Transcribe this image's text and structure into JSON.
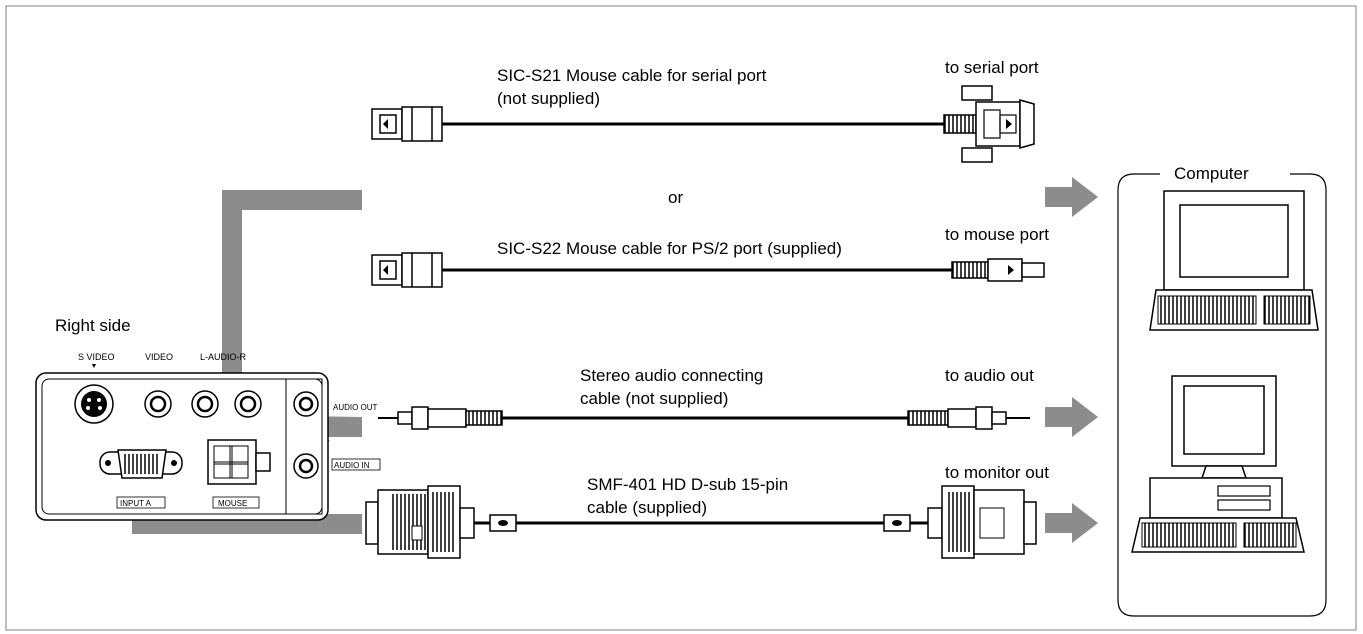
{
  "cables": {
    "serial": {
      "name_line1": "SIC-S21 Mouse cable for serial port",
      "name_line2": "(not supplied)",
      "destination": "to serial port"
    },
    "or_label": "or",
    "ps2": {
      "name": "SIC-S22 Mouse cable for PS/2 port (supplied)",
      "destination": "to mouse port"
    },
    "audio": {
      "name_line1": "Stereo audio connecting",
      "name_line2": "cable (not supplied)",
      "destination": "to audio out"
    },
    "monitor": {
      "name_line1": "SMF-401 HD D-sub 15-pin",
      "name_line2": "cable (supplied)",
      "destination": "to monitor out"
    }
  },
  "computer": {
    "label": "Computer"
  },
  "panel": {
    "title": "Right side",
    "jacks": {
      "s_video": "S VIDEO",
      "video": "VIDEO",
      "audio_lr": "L-AUDIO-R",
      "audio_out": "AUDIO OUT",
      "audio_in": "AUDIO IN",
      "input_a": "INPUT A",
      "mouse": "MOUSE"
    }
  },
  "colors": {
    "arrow": "#8c8c8c",
    "line": "#000000",
    "frame": "#808080"
  }
}
